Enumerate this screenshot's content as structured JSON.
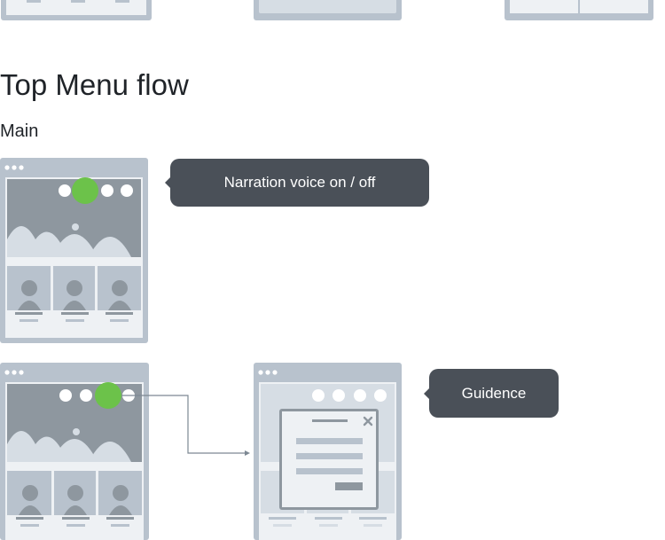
{
  "section": {
    "title": "Top Menu flow",
    "subtitle": "Main"
  },
  "callouts": {
    "narration": "Narration voice on / off",
    "guidance": "Guidence"
  },
  "colors": {
    "frame": "#b8c2cd",
    "frame_inner": "#eef1f4",
    "media": "#8e979f",
    "hills": "#d6dde4",
    "icon_dark": "#a3adb6",
    "tap_highlight": "#6cc24a",
    "callout_bg": "#4a5058",
    "connector": "#7d8893"
  },
  "icons": {
    "top_dots": "window-dots-icon",
    "menu": "menu-circle-icon",
    "avatar": "person-placeholder-icon",
    "close": "close-icon",
    "tap": "tap-indicator-icon",
    "arrow": "flow-arrow-icon"
  }
}
